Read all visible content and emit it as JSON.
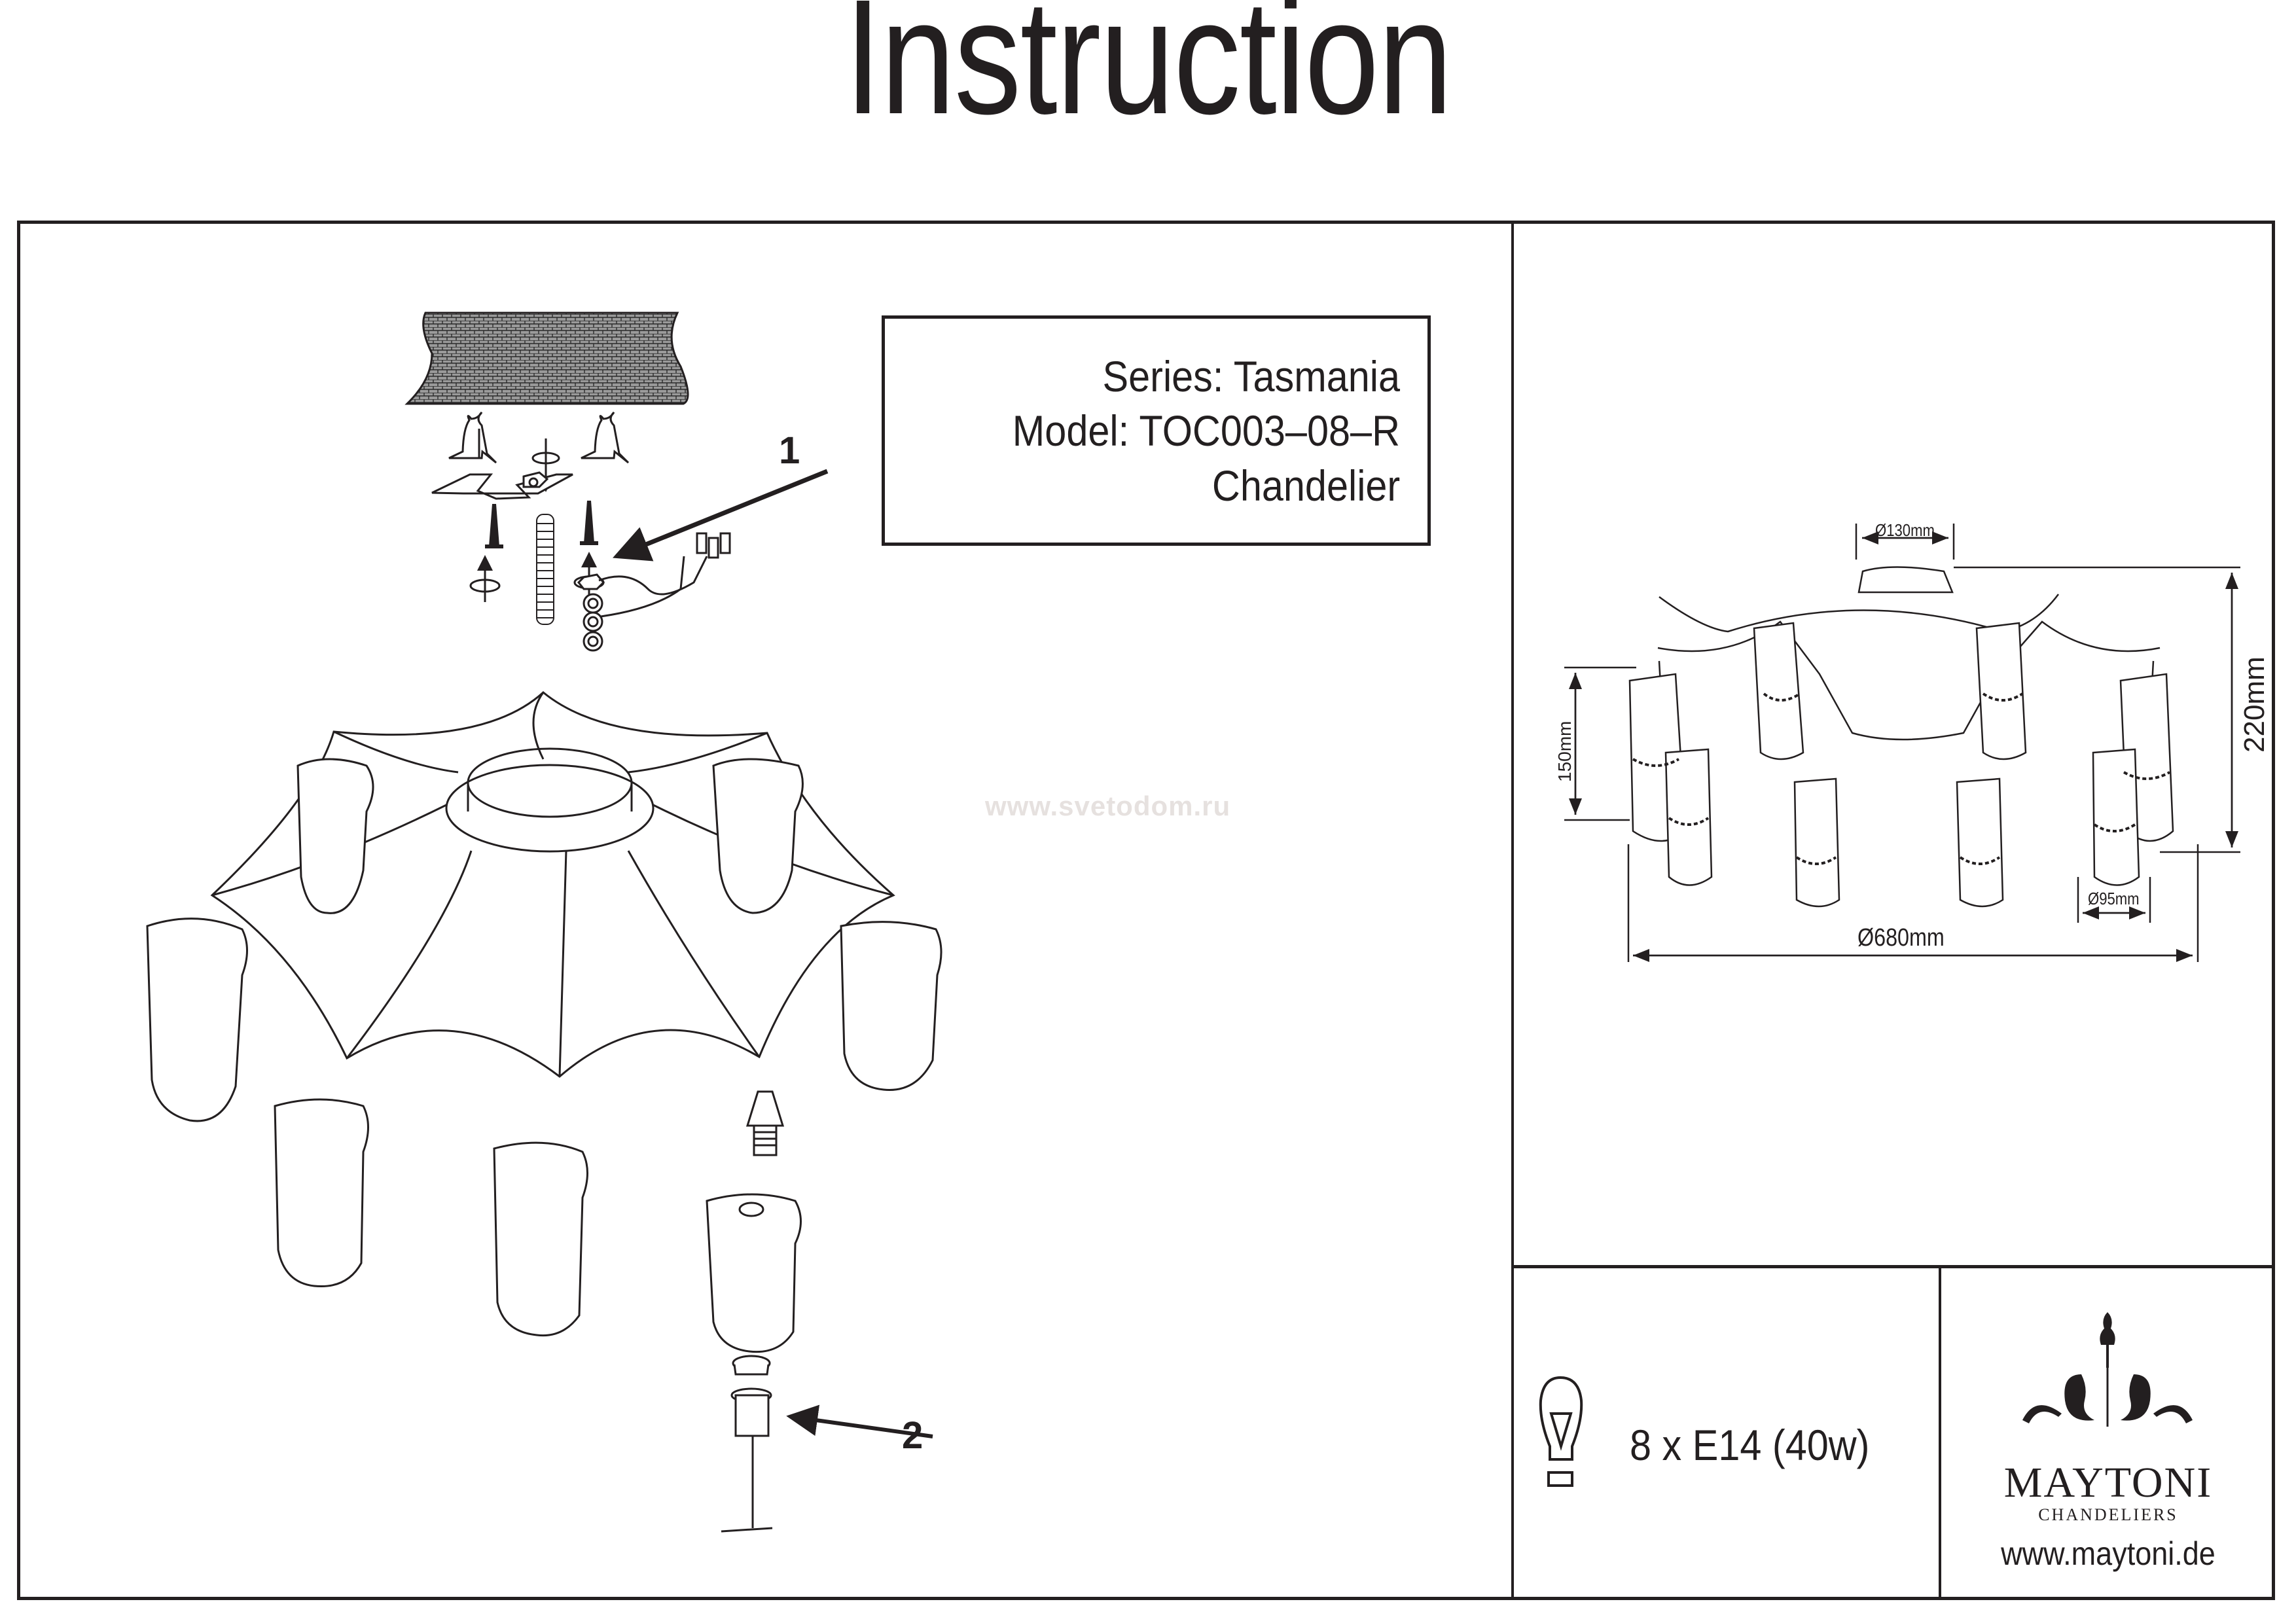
{
  "header": {
    "title": "Instruction"
  },
  "product_info": {
    "series_line": "Series: Tasmania",
    "model_line": "Model: TOC003–08–R",
    "type_line": "Chandelier"
  },
  "watermark": "www.svetodom.ru",
  "assembly": {
    "steps": [
      {
        "number": "1",
        "description": "ceiling-mount-bracket-assembly"
      },
      {
        "number": "2",
        "description": "shade-fixing-ring-and-holder"
      }
    ]
  },
  "dimensions": {
    "canopy_diameter": "Ø130mm",
    "shade_diameter": "Ø95mm",
    "overall_diameter": "Ø680mm",
    "shade_height": "150mm",
    "overall_height": "220mm"
  },
  "bulb_spec": {
    "icon": "lightbulb-icon",
    "text": "8 x E14 (40w)"
  },
  "brand": {
    "logo_icon": "chandelier-ornament-icon",
    "name": "MAYTONI",
    "subtitle": "CHANDELIERS",
    "website": "www.maytoni.de"
  }
}
